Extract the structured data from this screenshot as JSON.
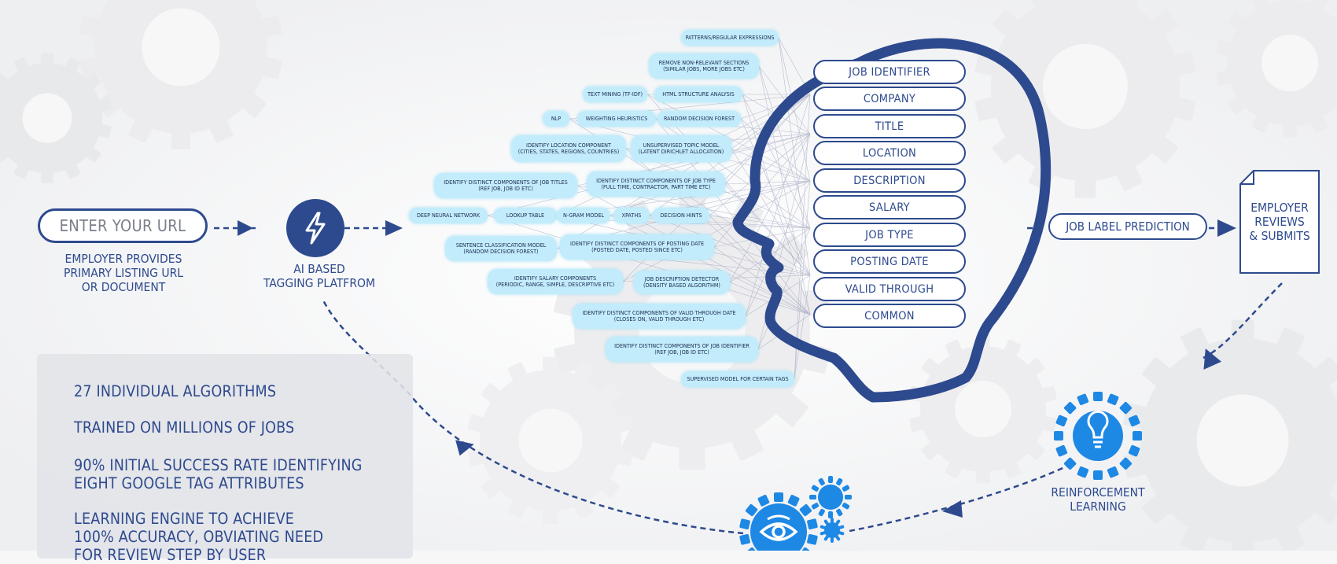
{
  "input": {
    "url_placeholder": "ENTER YOUR URL"
  },
  "captions": {
    "employer_provides": [
      "EMPLOYER PROVIDES",
      "PRIMARY LISTING URL",
      "OR DOCUMENT"
    ],
    "platform": [
      "AI BASED",
      "TAGGING PLATFROM"
    ],
    "reinforcement": [
      "REINFORCEMENT",
      "LEARNING"
    ]
  },
  "algorithms": [
    {
      "lines": [
        "PATTERNS/REGULAR EXPRESSIONS"
      ]
    },
    {
      "lines": [
        "REMOVE NON-RELEVANT SECTIONS",
        "(SIMILAR JOBS, MORE JOBS ETC)"
      ]
    },
    {
      "lines": [
        "TEXT MINING (TF-IDF)"
      ]
    },
    {
      "lines": [
        "HTML STRUCTURE ANALYSIS"
      ]
    },
    {
      "lines": [
        "NLP"
      ]
    },
    {
      "lines": [
        "WEIGHTING HEURISTICS"
      ]
    },
    {
      "lines": [
        "RANDOM DECISION FOREST"
      ]
    },
    {
      "lines": [
        "IDENTIFY LOCATION COMPONENT",
        "(CITIES, STATES, REGIONS, COUNTRIES)"
      ]
    },
    {
      "lines": [
        "UNSUPERVISED TOPIC MODEL",
        "(LATENT DIRICHLET ALLOCATION)"
      ]
    },
    {
      "lines": [
        "IDENTIFY DISTINCT COMPONENTS OF JOB TITLES",
        "(REF JOB, JOB ID ETC)"
      ]
    },
    {
      "lines": [
        "IDENTIFY DISTINCT COMPONENTS OF JOB TYPE",
        "(FULL TIME, CONTRACTOR, PART TIME ETC)"
      ]
    },
    {
      "lines": [
        "DEEP NEURAL NETWORK"
      ]
    },
    {
      "lines": [
        "LOOKUP TABLE"
      ]
    },
    {
      "lines": [
        "N-GRAM MODEL"
      ]
    },
    {
      "lines": [
        "XPATHS"
      ]
    },
    {
      "lines": [
        "DECISION HINTS"
      ]
    },
    {
      "lines": [
        "SENTENCE CLASSIFICATION MODEL",
        "(RANDOM DECISION FOREST)"
      ]
    },
    {
      "lines": [
        "IDENTIFY DISTINCT COMPONENTS OF POSTING DATE",
        "(POSTED DATE, POSTED SINCE ETC)"
      ]
    },
    {
      "lines": [
        "IDENTIFY SALARY COMPONENTS",
        "(PERIODIC, RANGE, SIMPLE, DESCRIPTIVE ETC)"
      ]
    },
    {
      "lines": [
        "JOB DESCRIPTION DETECTOR",
        "(DENSITY BASED ALGORITHM)"
      ]
    },
    {
      "lines": [
        "IDENTIFY DISTINCT COMPONENTS OF VALID THROUGH DATE",
        "(CLOSES ON, VALID THROUGH ETC)"
      ]
    },
    {
      "lines": [
        "IDENTIFY DISTINCT COMPONENTS OF JOB IDENTIFIER",
        "(REF JOB, JOB ID ETC)"
      ]
    },
    {
      "lines": [
        "SUPERVISED MODEL FOR CERTAIN TAGS"
      ]
    }
  ],
  "job_labels": [
    "JOB IDENTIFIER",
    "COMPANY",
    "TITLE",
    "LOCATION",
    "DESCRIPTION",
    "SALARY",
    "JOB TYPE",
    "POSTING DATE",
    "VALID THROUGH",
    "COMMON"
  ],
  "prediction": {
    "label": "JOB LABEL PREDICTION"
  },
  "employer_review": {
    "lines": [
      "EMPLOYER",
      "REVIEWS",
      "& SUBMITS"
    ]
  },
  "stats": [
    {
      "lines": [
        "27 INDIVIDUAL ALGORITHMS"
      ]
    },
    {
      "lines": [
        "TRAINED ON MILLIONS OF JOBS"
      ]
    },
    {
      "lines": [
        "90% INITIAL SUCCESS RATE  IDENTIFYING",
        "EIGHT GOOGLE TAG ATTRIBUTES"
      ]
    },
    {
      "lines": [
        "LEARNING ENGINE TO ACHIEVE",
        "100% ACCURACY, OBVIATING NEED",
        "FOR REVIEW STEP BY USER"
      ]
    }
  ],
  "icons": {
    "bolt": "lightning-bolt-icon",
    "bulb": "lightbulb-gear-icon",
    "eye": "eye-gear-icon"
  },
  "colors": {
    "navy": "#2e4a8e",
    "bright_blue": "#1e88e5",
    "algo_fill": "#c2ecfb"
  }
}
